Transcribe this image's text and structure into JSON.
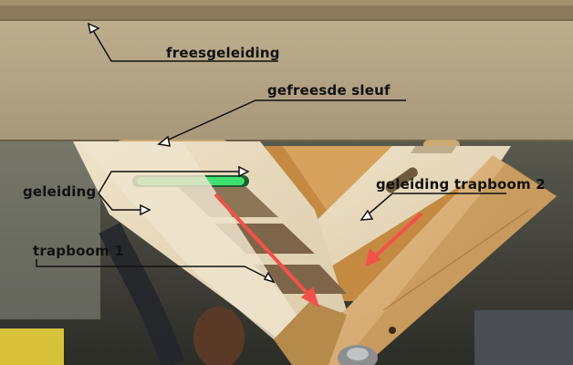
{
  "annotations": {
    "freesgeleiding": "freesgeleiding",
    "gefreesde_sleuf": "gefreesde sleuf",
    "geleiding": "geleiding",
    "geleiding_trapboom_2": "geleiding trapboom 2",
    "trapboom_1": "trapboom 1"
  },
  "colors": {
    "mdf": "#b4a382",
    "plywood": "#e7d8bd",
    "pine": "#d9b07a",
    "arrow_red": "#f2524a",
    "slot_green": "#3fe070",
    "pointer_line": "#111111"
  }
}
